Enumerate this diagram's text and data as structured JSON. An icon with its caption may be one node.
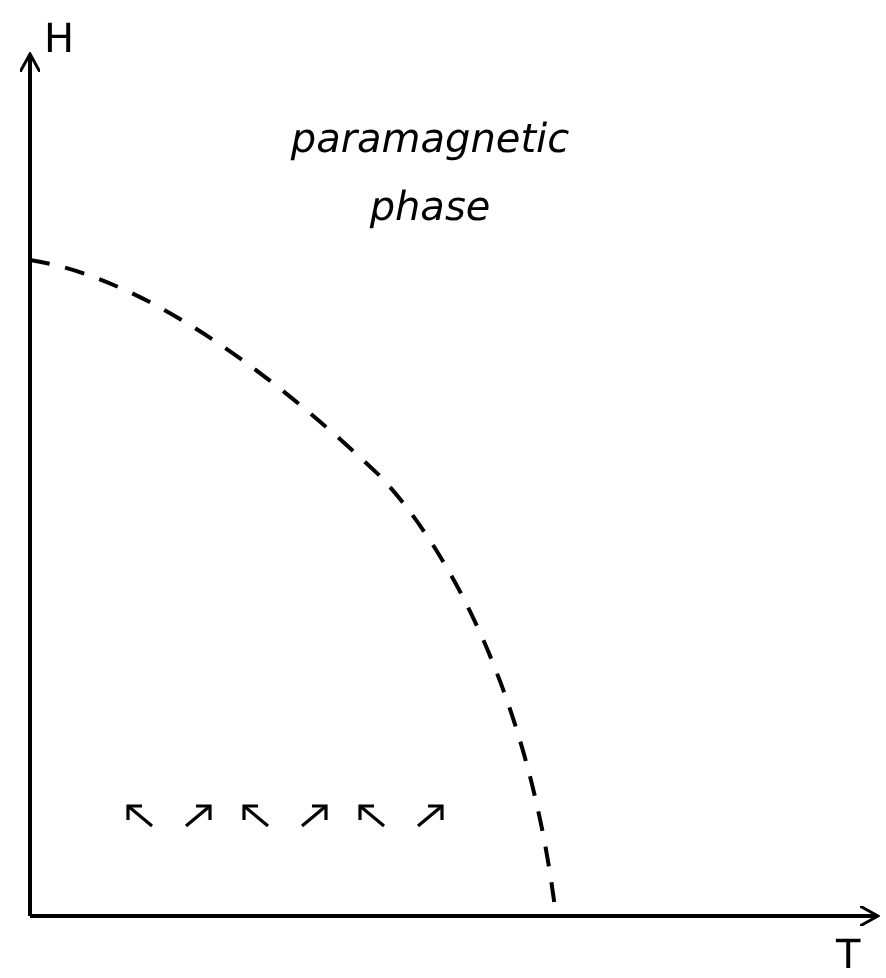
{
  "diagram": {
    "labels": [
      "H",
      "T",
      "paramagnetic phase"
    ]
  }
}
